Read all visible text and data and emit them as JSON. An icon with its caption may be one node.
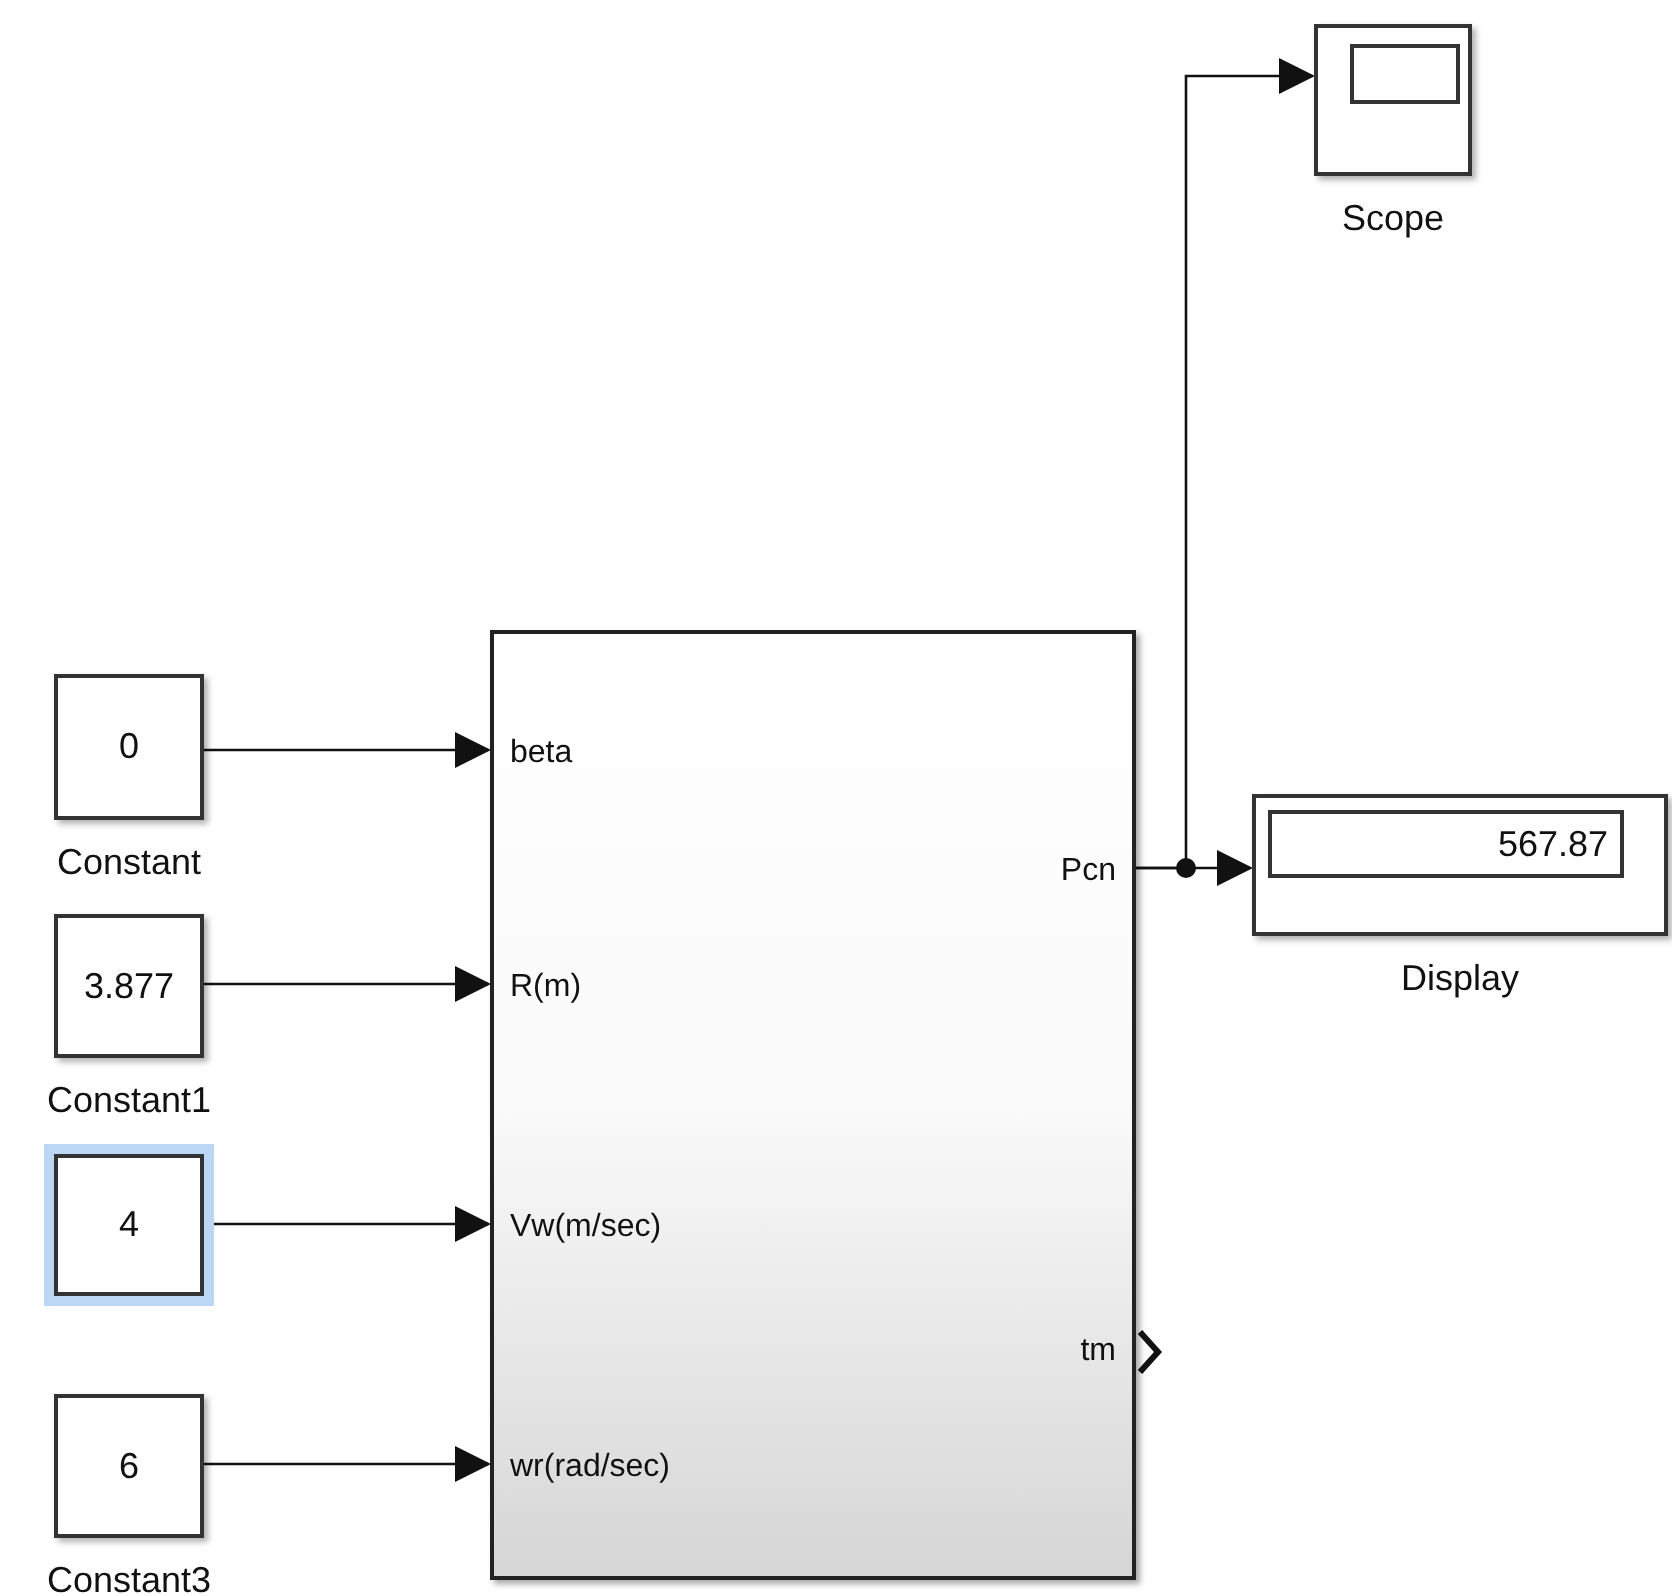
{
  "diagram": {
    "nodes": [
      {
        "text": [
          "0"
        ],
        "beside": [
          "Constant"
        ]
      },
      {
        "text": [
          "3.877"
        ],
        "beside": [
          "Constant1"
        ]
      },
      {
        "text": [
          "4"
        ]
      },
      {
        "text": [
          "6"
        ],
        "beside": [
          "Constant3"
        ]
      },
      {
        "text": [
          "beta",
          "R(m)",
          "Vw(m/sec)",
          "wr(rad/sec)",
          "Pcn",
          "tm"
        ]
      },
      {
        "text": [
          "567.87"
        ],
        "beside": [
          "Display"
        ]
      },
      {
        "text": [],
        "shape": "box",
        "beside": [
          "Scope"
        ]
      }
    ],
    "edges": [
      {
        "from": 0,
        "to": 4,
        "arrow": "to"
      },
      {
        "from": 1,
        "to": 4,
        "arrow": "to"
      },
      {
        "from": 2,
        "to": 4,
        "arrow": "to"
      },
      {
        "from": 3,
        "to": 4,
        "arrow": "to"
      },
      {
        "from": 4,
        "to": 5,
        "arrow": "to"
      },
      {
        "from": 4,
        "to": 6,
        "arrow": "to"
      }
    ]
  }
}
